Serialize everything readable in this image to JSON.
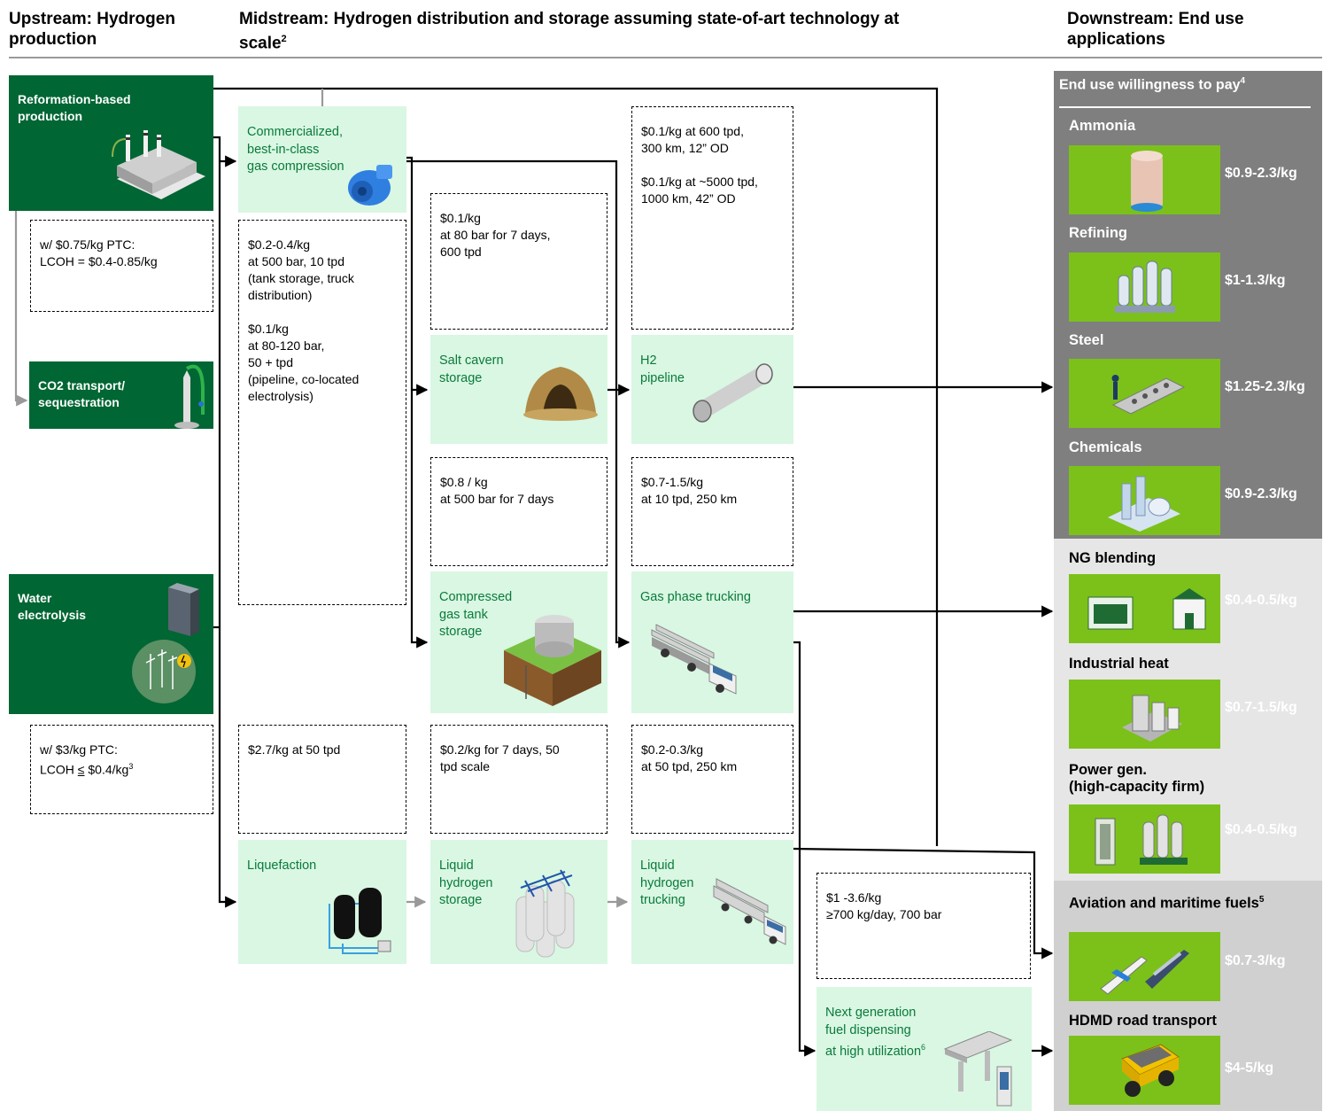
{
  "headers": {
    "upstream": [
      "Upstream: Hydrogen",
      "production"
    ],
    "midstream_line1": "Midstream: Hydrogen distribution and storage assuming state-of-art technology at",
    "midstream_line2": "scale",
    "midstream_sup": "2",
    "downstream": [
      "Downstream: End use",
      "applications"
    ]
  },
  "upstream": {
    "reformation": [
      "Reformation-based",
      "production"
    ],
    "reformation_note": [
      "w/ $0.75/kg PTC:",
      "LCOH = $0.4-0.85/kg"
    ],
    "co2": [
      "CO2 transport/",
      "sequestration"
    ],
    "electrolysis": [
      "Water",
      "electrolysis"
    ],
    "electrolysis_note": {
      "line1": "w/ $3/kg PTC:",
      "lcoh_pre": "LCOH ",
      "lcoh_le": "≤",
      "lcoh_val": " $0.4/kg",
      "sup": "3"
    }
  },
  "midstream": {
    "compression": {
      "label": [
        "Commercialized,",
        "best-in-class",
        "gas compression"
      ]
    },
    "compression_cost": [
      "$0.2-0.4/kg",
      "at 500 bar, 10 tpd",
      "(tank storage, truck",
      "distribution)",
      "",
      "$0.1/kg",
      "at 80-120 bar,",
      "50 + tpd",
      "(pipeline, co-located",
      "electrolysis)"
    ],
    "salt_cost": [
      "$0.1/kg",
      "at 80 bar for 7 days,",
      "600 tpd"
    ],
    "salt": {
      "label": [
        "Salt cavern",
        "storage"
      ]
    },
    "pipeline_cost": [
      "$0.1/kg at 600 tpd,",
      "300 km, 12” OD",
      "",
      "$0.1/kg at ~5000 tpd,",
      "1000 km, 42” OD"
    ],
    "pipeline": {
      "label": [
        "H2",
        "pipeline"
      ]
    },
    "tank_cost": [
      "$0.8 / kg",
      "at 500 bar for 7 days"
    ],
    "tank": {
      "label": [
        "Compressed",
        "gas tank",
        "storage"
      ]
    },
    "gas_truck_cost": [
      "$0.7-1.5/kg",
      "at 10 tpd, 250 km"
    ],
    "gas_truck": {
      "label": [
        "Gas phase trucking"
      ]
    },
    "liquefaction_cost": [
      "$2.7/kg at 50 tpd"
    ],
    "liquefaction": {
      "label": [
        "Liquefaction"
      ]
    },
    "liquid_storage_cost": [
      "$0.2/kg for 7 days, 50",
      "tpd scale"
    ],
    "liquid_storage": {
      "label": [
        "Liquid",
        "hydrogen",
        "storage"
      ]
    },
    "liquid_truck_cost": [
      "$0.2-0.3/kg",
      "at 50 tpd, 250 km"
    ],
    "liquid_truck": {
      "label": [
        "Liquid",
        "hydrogen",
        "trucking"
      ]
    },
    "dispensing_cost": [
      "$1 -3.6/kg",
      "≥700 kg/day, 700 bar"
    ],
    "dispensing": {
      "label": [
        "Next generation",
        "fuel dispensing",
        "at high utilization"
      ],
      "sup": "6"
    }
  },
  "downstream": {
    "title": "End use willingness to pay",
    "title_sup": "4",
    "segments": [
      {
        "name": "Ammonia",
        "price": "$0.9-2.3/kg",
        "icon": "ammonia-tank-icon"
      },
      {
        "name": "Refining",
        "price": "$1-1.3/kg",
        "icon": "refinery-icon"
      },
      {
        "name": "Steel",
        "price": "$1.25-2.3/kg",
        "icon": "steel-mill-icon"
      },
      {
        "name": "Chemicals",
        "price": "$0.9-2.3/kg",
        "icon": "chemical-plant-icon"
      },
      {
        "name": "NG blending",
        "price": "$0.4-0.5/kg",
        "icon": "buildings-icon"
      },
      {
        "name": "Industrial heat",
        "price": "$0.7-1.5/kg",
        "icon": "factory-icon"
      },
      {
        "name": "Power gen.",
        "name2": "(high-capacity firm)",
        "price": "$0.4-0.5/kg",
        "icon": "power-plant-icon"
      },
      {
        "name": "Aviation and maritime fuels",
        "sup": "5",
        "price": "$0.7-3/kg",
        "icon": "plane-ship-icon"
      },
      {
        "name": "HDMD road transport",
        "price": "$4-5/kg",
        "icon": "mining-truck-icon"
      }
    ]
  },
  "colors": {
    "dark_green": "#006633",
    "light_green": "#d9f7e3",
    "lime": "#7bc11a",
    "label_green": "#0b7a3a",
    "panel_dark": "#7f7f7f",
    "panel_light": "#e6e6e6",
    "panel_mid": "#d0d0d0"
  }
}
